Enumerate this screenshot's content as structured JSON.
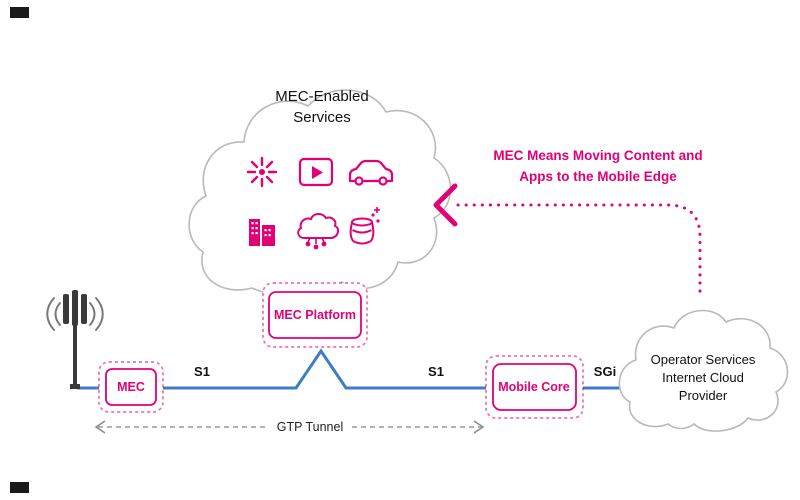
{
  "colors": {
    "magenta": "#e20074",
    "blue_line": "#3e7cc4",
    "cloud_outline": "#b9b9b9",
    "text_dark": "#111111",
    "arrow_gray": "#999999"
  },
  "services_cloud": {
    "title_line1": "MEC-Enabled",
    "title_line2": "Services",
    "icons": [
      "iot-starburst-icon",
      "video-streaming-icon",
      "connected-car-icon",
      "enterprise-building-icon",
      "cloud-network-icon",
      "data-sparkle-icon"
    ]
  },
  "mec_platform": {
    "label": "MEC Platform"
  },
  "annotation": {
    "line1": "MEC Means Moving Content and",
    "line2": "Apps to the Mobile Edge"
  },
  "operator_cloud": {
    "line1": "Operator Services",
    "line2": "Internet Cloud",
    "line3": "Provider"
  },
  "links": {
    "s1_left": "S1",
    "s1_right": "S1",
    "sgi": "SGi"
  },
  "mec_box": {
    "label": "MEC"
  },
  "mobile_core_box": {
    "label": "Mobile Core"
  },
  "gtp_tunnel": {
    "label": "GTP Tunnel"
  }
}
